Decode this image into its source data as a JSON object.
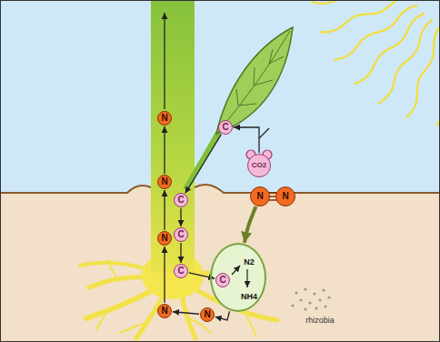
{
  "diagram": {
    "nodes": [
      {
        "text": [
          "C"
        ]
      },
      {
        "text": [
          "CO2"
        ]
      },
      {
        "text": [
          "N"
        ]
      },
      {
        "text": [
          "N"
        ]
      },
      {
        "text": [
          "N"
        ]
      },
      {
        "text": [
          "N"
        ]
      },
      {
        "text": [
          "C"
        ]
      },
      {
        "text": [
          "C"
        ]
      },
      {
        "text": [
          "N"
        ]
      },
      {
        "text": [
          "C"
        ]
      },
      {
        "text": [
          "N2",
          "NH4"
        ]
      },
      {
        "text": [
          "C"
        ],
        "in": 10
      },
      {
        "text": [
          "N"
        ]
      },
      {
        "text": [
          "N"
        ]
      }
    ],
    "edges": [
      {
        "from": 1,
        "to": 0,
        "arrow": "to"
      },
      {
        "from": 0,
        "to": 6,
        "arrow": "to"
      },
      {
        "from": 6,
        "to": 7,
        "arrow": "to"
      },
      {
        "from": 7,
        "to": 9,
        "arrow": "to"
      },
      {
        "from": 9,
        "to": 11,
        "arrow": "to"
      },
      {
        "from": 3,
        "to": 10,
        "arrow": "to"
      },
      {
        "from": 10,
        "to": 13,
        "arrow": "to"
      },
      {
        "from": 13,
        "to": 12,
        "arrow": "to"
      },
      {
        "from": 12,
        "to": 8,
        "arrow": "to"
      },
      {
        "from": 8,
        "to": 5,
        "arrow": "to"
      },
      {
        "from": 5,
        "to": 2,
        "arrow": "to"
      }
    ],
    "labels": [
      "rhizobia"
    ]
  }
}
